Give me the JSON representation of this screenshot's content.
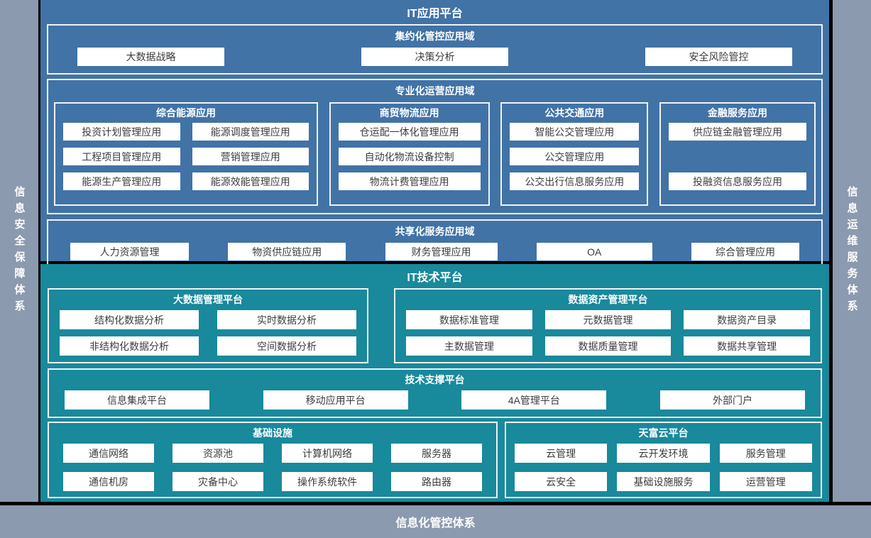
{
  "colors": {
    "app_platform_bg": "#4173A6",
    "tech_platform_bg": "#19899C",
    "frame_bg": "#8C9AAF",
    "canvas_bg": "#000000",
    "node_bg": "#FFFFFF",
    "node_text": "#3C3C3C",
    "title_text": "#FFFFFF"
  },
  "left_sidebar": {
    "label": "信息安全保障体系"
  },
  "right_sidebar": {
    "label": "信息运维服务体系"
  },
  "bottom_bar": {
    "label": "信息化管控体系"
  },
  "app_platform": {
    "title": "IT应用平台",
    "domains": [
      {
        "title": "集约化管控应用域",
        "items": [
          "大数据战略",
          "决策分析",
          "安全风险管控"
        ]
      },
      {
        "title": "专业化运营应用域",
        "groups": [
          {
            "title": "综合能源应用",
            "items": [
              "投资计划管理应用",
              "能源调度管理应用",
              "工程项目管理应用",
              "营销管理应用",
              "能源生产管理应用",
              "能源效能管理应用"
            ]
          },
          {
            "title": "商贸物流应用",
            "items": [
              "仓运配一体化管理应用",
              "自动化物流设备控制",
              "物流计费管理应用"
            ]
          },
          {
            "title": "公共交通应用",
            "items": [
              "智能公交管理应用",
              "公交管理应用",
              "公交出行信息服务应用"
            ]
          },
          {
            "title": "金融服务应用",
            "items": [
              "供应链金融管理应用",
              "投融资信息服务应用"
            ]
          }
        ]
      },
      {
        "title": "共享化服务应用域",
        "items": [
          "人力资源管理",
          "物资供应链应用",
          "财务管理应用",
          "OA",
          "综合管理应用"
        ]
      }
    ]
  },
  "tech_platform": {
    "title": "IT技术平台",
    "sections": [
      {
        "title": "大数据管理平台",
        "items": [
          "结构化数据分析",
          "实时数据分析",
          "非结构化数据分析",
          "空间数据分析"
        ]
      },
      {
        "title": "数据资产管理平台",
        "items": [
          "数据标准管理",
          "元数据管理",
          "数据资产目录",
          "主数据管理",
          "数据质量管理",
          "数据共享管理"
        ]
      },
      {
        "title": "技术支撑平台",
        "items": [
          "信息集成平台",
          "移动应用平台",
          "4A管理平台",
          "外部门户"
        ]
      },
      {
        "title": "基础设施",
        "items": [
          "通信网络",
          "资源池",
          "计算机网络",
          "服务器",
          "通信机房",
          "灾备中心",
          "操作系统软件",
          "路由器"
        ]
      },
      {
        "title": "天富云平台",
        "items": [
          "云管理",
          "云开发环境",
          "服务管理",
          "云安全",
          "基础设施服务",
          "运营管理"
        ]
      }
    ]
  }
}
